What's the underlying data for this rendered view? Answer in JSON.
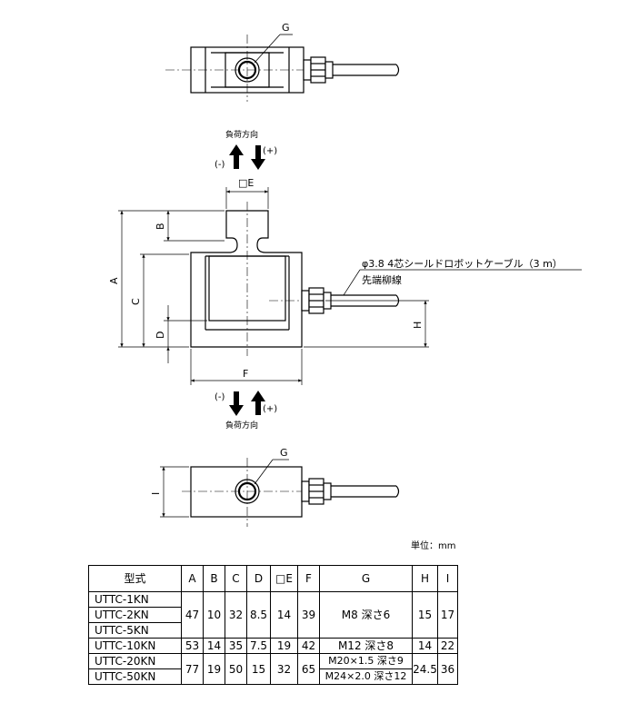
{
  "labels": {
    "g_top": "G",
    "g_bottom": "G",
    "load_dir_top": "負荷方向",
    "load_dir_bottom": "負荷方向",
    "minus": "(-)",
    "plus": "(+)",
    "dim_a": "A",
    "dim_b": "B",
    "dim_c": "C",
    "dim_d": "D",
    "dim_e": "□E",
    "dim_f": "F",
    "dim_h": "H",
    "dim_i": "I",
    "cable_line1": "φ3.8 4芯シールドロボットケーブル（3 m）",
    "cable_line2": "先端柳線"
  },
  "unit_note": "単位：mm",
  "table": {
    "headers": [
      "型式",
      "A",
      "B",
      "C",
      "D",
      "□E",
      "F",
      "G",
      "H",
      "I"
    ],
    "models": [
      "UTTC-1KN",
      "UTTC-2KN",
      "UTTC-5KN",
      "UTTC-10KN",
      "UTTC-20KN",
      "UTTC-50KN"
    ],
    "group1": {
      "A": "47",
      "B": "10",
      "C": "32",
      "D": "8.5",
      "E": "14",
      "F": "39",
      "G": "M8 深さ6",
      "H": "15",
      "I": "17"
    },
    "group2": {
      "A": "53",
      "B": "14",
      "C": "35",
      "D": "7.5",
      "E": "19",
      "F": "42",
      "G": "M12 深さ8",
      "H": "14",
      "I": "22"
    },
    "group3": {
      "A": "77",
      "B": "19",
      "C": "50",
      "D": "15",
      "E": "32",
      "F": "65",
      "G20": "M20×1.5 深さ9",
      "G50": "M24×2.0 深さ12",
      "H": "24.5",
      "I": "36"
    }
  }
}
